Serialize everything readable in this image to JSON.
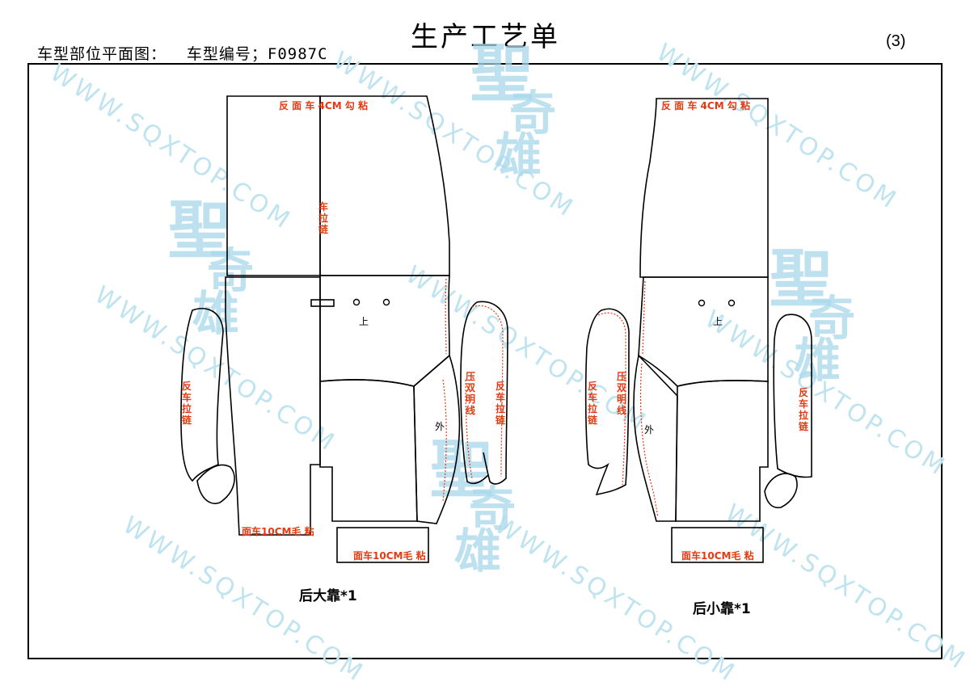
{
  "header": {
    "title": "生产工艺单",
    "plan_label": "车型部位平面图：",
    "model_label": "车型编号；F0987C",
    "page_number": "(3)"
  },
  "watermark": {
    "url": "WWW.SQXTOP.COM",
    "logo": [
      "聖",
      "奇",
      "雄"
    ]
  },
  "left_pattern": {
    "caption": "后大靠*1",
    "top_note": "反 面 车 4CM  勾  粘",
    "side_note_center": "车拉链",
    "side_note_left": "反车拉链",
    "side_note_right_1": "压双明线",
    "side_note_right_2": "反车拉链",
    "bottom_note_1": "面车10CM毛 粘",
    "bottom_note_2": "面车10CM毛 粘",
    "up_mark": "上",
    "outer_mark": "外"
  },
  "right_pattern": {
    "caption": "后小靠*1",
    "top_note": "反 面 车 4CM  勾  粘",
    "side_note_left_1": "反车拉链",
    "side_note_left_2": "压双明线",
    "side_note_right": "反车拉链",
    "bottom_note": "面车10CM毛 粘",
    "up_mark": "上",
    "outer_mark": "外"
  },
  "colors": {
    "annotation": "#e23b12",
    "watermark": "#bfe4f0",
    "line": "#000000"
  }
}
